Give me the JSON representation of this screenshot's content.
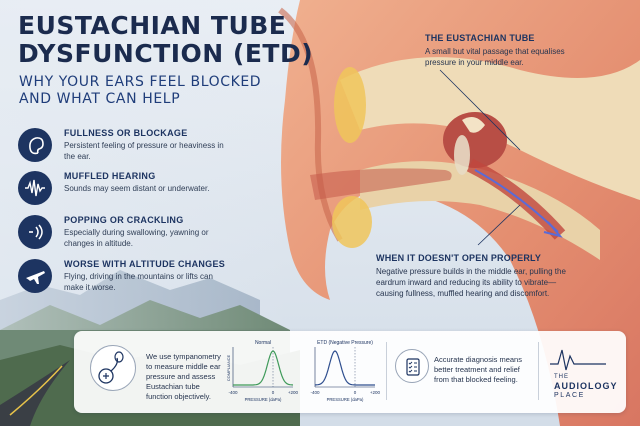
{
  "title": {
    "line1": "EUSTACHIAN TUBE",
    "line2": "DYSFUNCTION (ETD)",
    "subtitle_line1": "WHY YOUR EARS FEEL BLOCKED",
    "subtitle_line2": "AND WHAT CAN HELP"
  },
  "symptoms": [
    {
      "icon": "ear-icon",
      "title": "FULLNESS OR BLOCKAGE",
      "text": "Persistent feeling of pressure or heaviness in the ear."
    },
    {
      "icon": "sound-wave-icon",
      "title": "MUFFLED HEARING",
      "text": "Sounds may seem distant or underwater."
    },
    {
      "icon": "crackling-icon",
      "title": "POPPING OR CRACKLING",
      "text": "Especially during swallowing, yawning or changes in altitude."
    },
    {
      "icon": "airplane-icon",
      "title": "WORSE WITH ALTITUDE CHANGES",
      "text": "Flying, driving in the mountains or lifts can make it worse."
    }
  ],
  "annotations": {
    "eustachian": {
      "title": "THE EUSTACHIAN TUBE",
      "text": "A small but vital passage that equalises pressure in your middle ear."
    },
    "not_open": {
      "title": "WHEN IT DOESN'T OPEN PROPERLY",
      "text": "Negative pressure builds in the middle ear, pulling the eardrum inward and reducing its ability to vibrate—causing fullness, muffled hearing and discomfort."
    }
  },
  "panel": {
    "tympanometry_text": "We use tympanometry to measure middle ear pressure and assess Eustachian tube function objectively.",
    "diagnosis_text": "Accurate diagnosis means better treatment and relief from that blocked feeling."
  },
  "chart_data": [
    {
      "type": "line",
      "title": "Normal",
      "xlabel": "PRESSURE (daPa)",
      "ylabel": "COMPLIANCE",
      "xticks": [
        "-400",
        "0",
        "+200"
      ],
      "xlim": [
        -400,
        200
      ],
      "peak_pressure": 0,
      "color": "#3f9a5a"
    },
    {
      "type": "line",
      "title": "ETD (Negative Pressure)",
      "xlabel": "PRESSURE (daPa)",
      "ylabel": "",
      "xticks": [
        "-400",
        "0",
        "+200"
      ],
      "xlim": [
        -400,
        200
      ],
      "peak_pressure": -200,
      "color": "#2f4f8f"
    }
  ],
  "brand": {
    "line1": "THE",
    "line2": "AUDIOLOGY",
    "line3": "PLACE"
  },
  "colors": {
    "navy": "#1d3461",
    "normal_curve": "#3f9a5a",
    "etd_curve": "#2f4f8f"
  }
}
